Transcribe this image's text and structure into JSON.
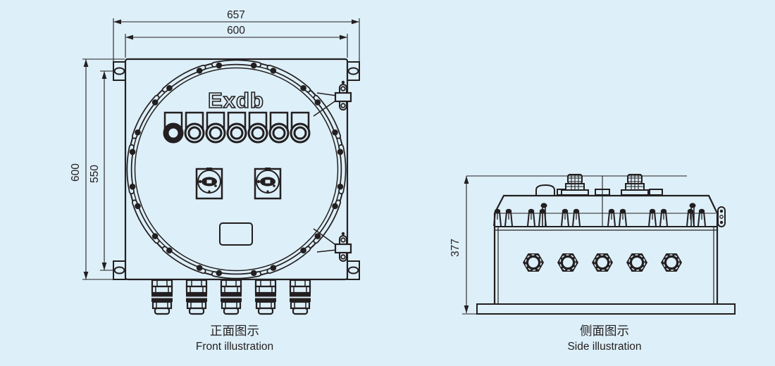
{
  "drawing": {
    "background_color": "#ddeff8",
    "line_color": "#231f20",
    "marking": "Exdb"
  },
  "front_view": {
    "caption_zh": "正面图示",
    "caption_en": "Front illustration",
    "dim_overall_width": "657",
    "dim_body_width": "600",
    "dim_body_height": "600",
    "dim_hole_spacing": "550",
    "indicator_count": 7,
    "switch_count": 2,
    "gland_count": 5,
    "lug_count": 4,
    "rim_clamp_count": 12
  },
  "side_view": {
    "caption_zh": "侧面图示",
    "caption_en": "Side illustration",
    "dim_height": "377",
    "hex_plug_count": 5,
    "top_gland_count": 2,
    "clamp_pair_count": 6
  }
}
